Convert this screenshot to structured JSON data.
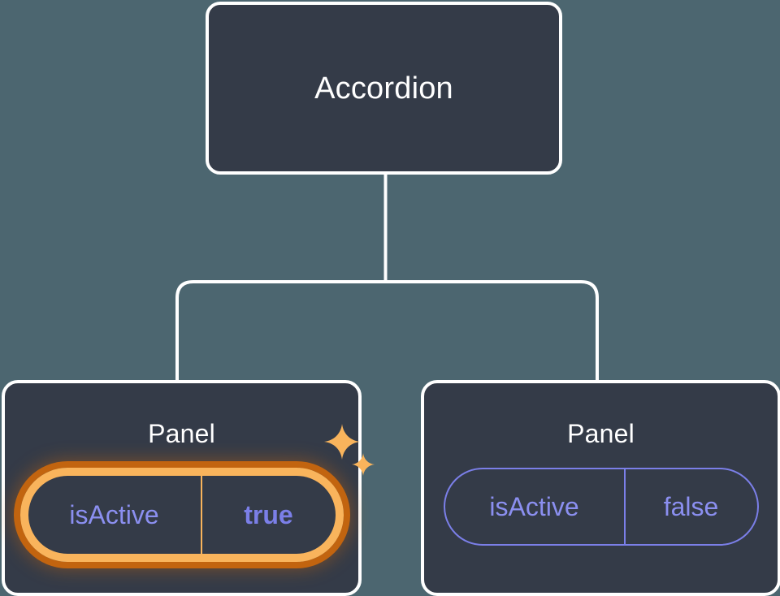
{
  "diagram": {
    "type": "component-tree",
    "background_color": "#4c6670",
    "node_fill_color": "#343b48",
    "node_border_color": "#ffffff",
    "edge_color": "#ffffff",
    "prop_color": "#7b7fe8",
    "highlight_color": "#f9b45c",
    "highlight_glow_color": "#c2640f",
    "root": {
      "title": "Accordion"
    },
    "children": [
      {
        "title": "Panel",
        "highlighted": true,
        "prop": {
          "key": "isActive",
          "value": "true"
        },
        "sparkles": {
          "large": "sparkle-icon",
          "small": "sparkle-icon"
        }
      },
      {
        "title": "Panel",
        "highlighted": false,
        "prop": {
          "key": "isActive",
          "value": "false"
        }
      }
    ]
  }
}
